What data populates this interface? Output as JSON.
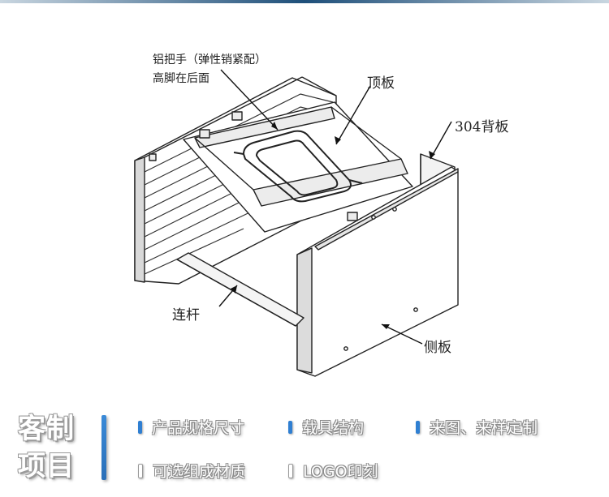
{
  "diagram": {
    "callouts": {
      "handle": "铝把手（弹性销紧配）",
      "feet": "高脚在后面",
      "top_plate": "顶板",
      "back_plate": "304背板",
      "tie_rod": "连杆",
      "side_plate": "侧板"
    }
  },
  "customization": {
    "title_line1": "客制",
    "title_line2": "项目",
    "items": [
      {
        "label": "产品规格尺寸",
        "marker": "blue"
      },
      {
        "label": "载具结构",
        "marker": "blue"
      },
      {
        "label": "来图、来样定制",
        "marker": "blue"
      },
      {
        "label": "可选组成材质",
        "marker": "white"
      },
      {
        "label": "LOGO印刻",
        "marker": "white"
      }
    ]
  },
  "colors": {
    "accent_blue": "#2f7fd2",
    "top_bar": "#1e4f7a"
  }
}
